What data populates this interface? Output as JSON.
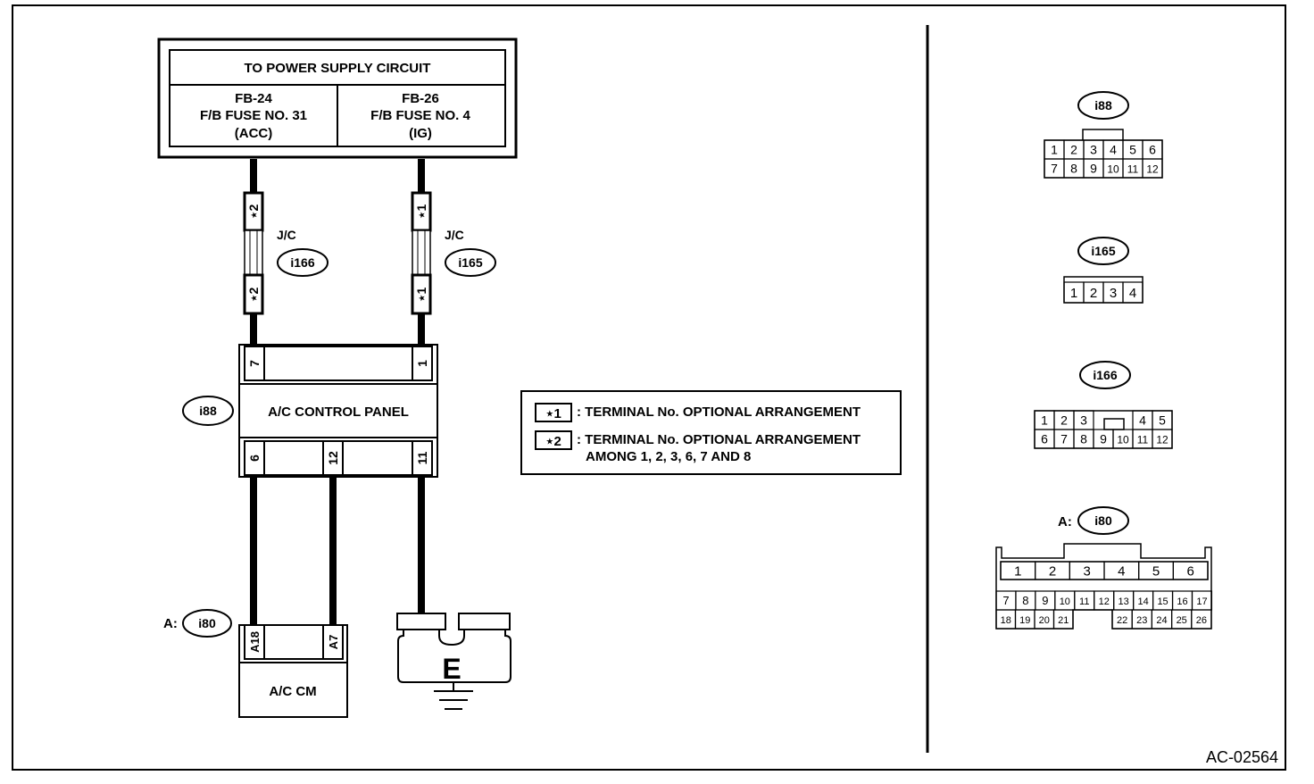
{
  "supply": {
    "title": "TO POWER SUPPLY CIRCUIT",
    "left": {
      "line1": "FB-24",
      "line2": "F/B FUSE NO. 31",
      "line3": "(ACC)"
    },
    "right": {
      "line1": "FB-26",
      "line2": "F/B FUSE NO. 4",
      "line3": "(IG)"
    }
  },
  "junctions": {
    "left": {
      "label": "J/C",
      "connector": "i166",
      "terminal": "⋆2"
    },
    "right": {
      "label": "J/C",
      "connector": "i165",
      "terminal": "⋆1"
    }
  },
  "control_panel": {
    "name": "A/C CONTROL PANEL",
    "connector": "i88",
    "top_pins": [
      "7",
      "1"
    ],
    "bottom_pins": [
      "6",
      "12",
      "11"
    ]
  },
  "ac_cm": {
    "name": "A/C CM",
    "prefix": "A:",
    "connector": "i80",
    "pins": [
      "A18",
      "A7"
    ]
  },
  "ground": {
    "label": "E"
  },
  "legend": {
    "items": [
      {
        "mark": "⋆1",
        "text": ": TERMINAL No. OPTIONAL ARRANGEMENT"
      },
      {
        "mark": "⋆2",
        "text": ": TERMINAL No. OPTIONAL ARRANGEMENT",
        "text2": "AMONG 1, 2, 3, 6, 7 AND 8"
      }
    ]
  },
  "connectors": {
    "i88": {
      "label": "i88",
      "row1": [
        "1",
        "2",
        "3",
        "4",
        "5",
        "6"
      ],
      "row2": [
        "7",
        "8",
        "9",
        "10",
        "11",
        "12"
      ]
    },
    "i165": {
      "label": "i165",
      "row1": [
        "1",
        "2",
        "3",
        "4"
      ]
    },
    "i166": {
      "label": "i166",
      "row1a": [
        "1",
        "2",
        "3"
      ],
      "row1b": [
        "4",
        "5"
      ],
      "row2": [
        "6",
        "7",
        "8",
        "9",
        "10",
        "11",
        "12"
      ]
    },
    "i80": {
      "prefix": "A:",
      "label": "i80",
      "row1": [
        "1",
        "2",
        "3",
        "4",
        "5",
        "6"
      ],
      "row2": [
        "7",
        "8",
        "9",
        "10",
        "11",
        "12",
        "13",
        "14",
        "15",
        "16",
        "17"
      ],
      "row3a": [
        "18",
        "19",
        "20",
        "21"
      ],
      "row3b": [
        "22",
        "23",
        "24",
        "25",
        "26"
      ]
    }
  },
  "figure_id": "AC-02564"
}
